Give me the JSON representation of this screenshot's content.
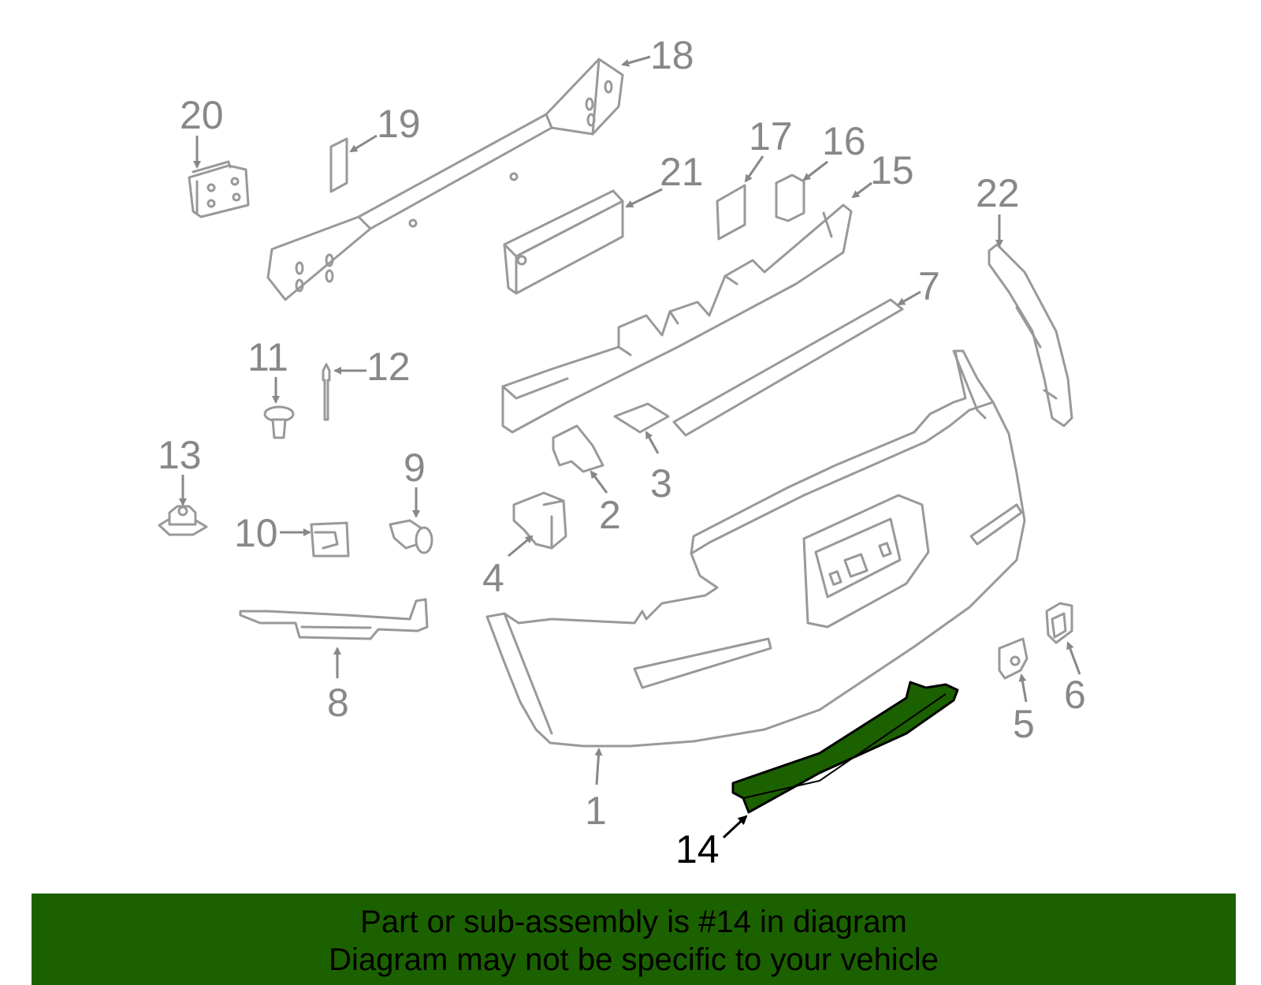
{
  "diagram": {
    "highlighted_part": "14",
    "highlight_color": "#1c6100",
    "callouts": [
      "1",
      "2",
      "3",
      "4",
      "5",
      "6",
      "7",
      "8",
      "9",
      "10",
      "11",
      "12",
      "13",
      "14",
      "15",
      "16",
      "17",
      "18",
      "19",
      "20",
      "21",
      "22"
    ]
  },
  "banner": {
    "line1": "Part or sub-assembly is #14 in diagram",
    "line2": "Diagram may not be specific to your vehicle",
    "background": "#1c6100"
  }
}
